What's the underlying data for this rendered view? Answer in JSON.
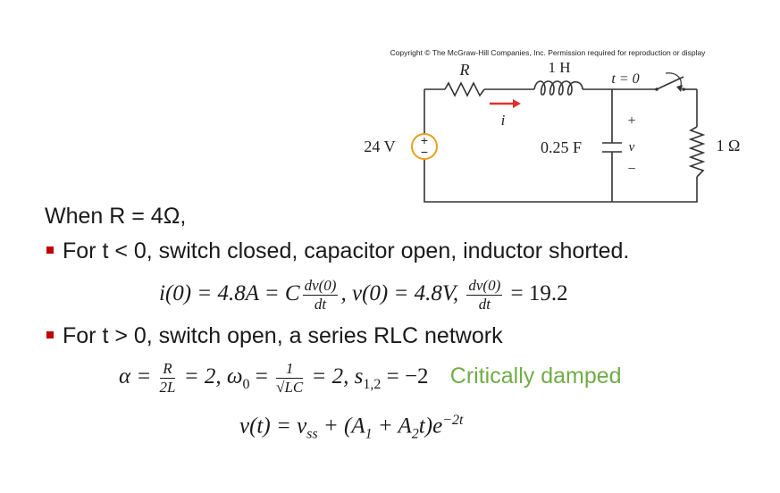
{
  "copyright": "Copyright © The McGraw-Hill Companies, Inc. Permission required for reproduction or display",
  "circuit": {
    "resistor_R": "R",
    "inductor": "1 H",
    "switch_label": "t = 0",
    "current": "i",
    "source": "24 V",
    "capacitor": "0.25 F",
    "plus": "+",
    "minus": "−",
    "voltage": "v",
    "load": "1 Ω",
    "source_plus": "+",
    "source_minus": "−",
    "arrow_color": "#e03030",
    "source_color": "#e8a020",
    "wire_color": "#333333"
  },
  "text": {
    "when": "When R = 4Ω,",
    "bullet1": "For t < 0, switch closed, capacitor open, inductor shorted.",
    "eq1": "i(0) = 4.8A = C",
    "eq1_frac_num": "dv(0)",
    "eq1_frac_den": "dt",
    "eq1_mid": ",  v(0) = 4.8V,",
    "eq1_frac2_num": "dv(0)",
    "eq1_frac2_den": "dt",
    "eq1_end": "= 19.2",
    "bullet2": "For t > 0, switch open, a series RLC network",
    "eq2_alpha": "α =",
    "eq2_frac1_num": "R",
    "eq2_frac1_den": "2L",
    "eq2_mid": "= 2,  ω",
    "eq2_omega_sub": "0",
    "eq2_eq": " =",
    "eq2_frac2_num": "1",
    "eq2_frac2_den": "√LC",
    "eq2_end": "= 2,  s",
    "eq2_s_sub": "1,2",
    "eq2_tail": " = −2",
    "critically": "Critically damped",
    "eq3_main": "v(t) = v",
    "eq3_ss": "ss",
    "eq3_mid": " + (A",
    "eq3_a1": "1",
    "eq3_plus": " + A",
    "eq3_a2": "2",
    "eq3_end": "t)e",
    "eq3_exp": "−2t"
  }
}
